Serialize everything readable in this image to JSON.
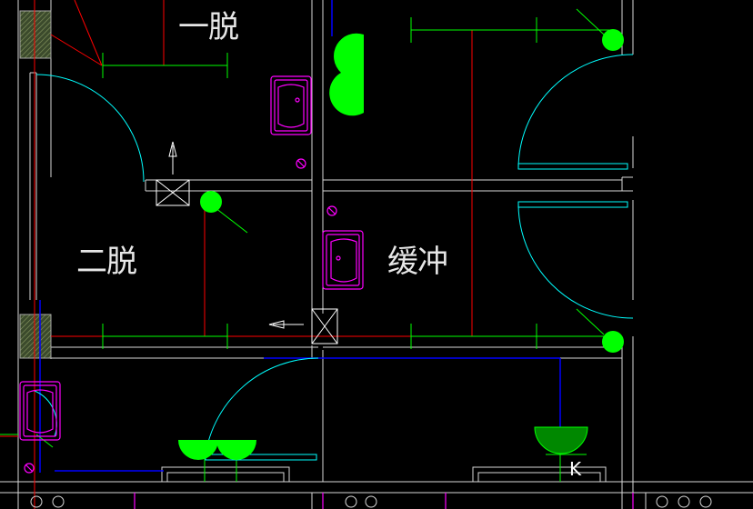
{
  "drawing": {
    "room_labels": {
      "room_top": "一脱",
      "room_left": "二脱",
      "room_right": "缓冲"
    },
    "tag": "K"
  },
  "colors": {
    "background": "#000000",
    "wall": "#ffffff",
    "door_swing": "#00ffff",
    "dimension": "#00ff00",
    "pipe_red": "#ff0000",
    "pipe_blue": "#0000ff",
    "fixture": "#ff00ff",
    "lamp": "#00ff00",
    "lamp_dark": "#008800",
    "hatch": "#4d5a3a"
  },
  "icons": [
    "wash-basin-icon",
    "floor-drain-icon",
    "lamp-icon",
    "air-vent-icon",
    "arrow-icon"
  ]
}
